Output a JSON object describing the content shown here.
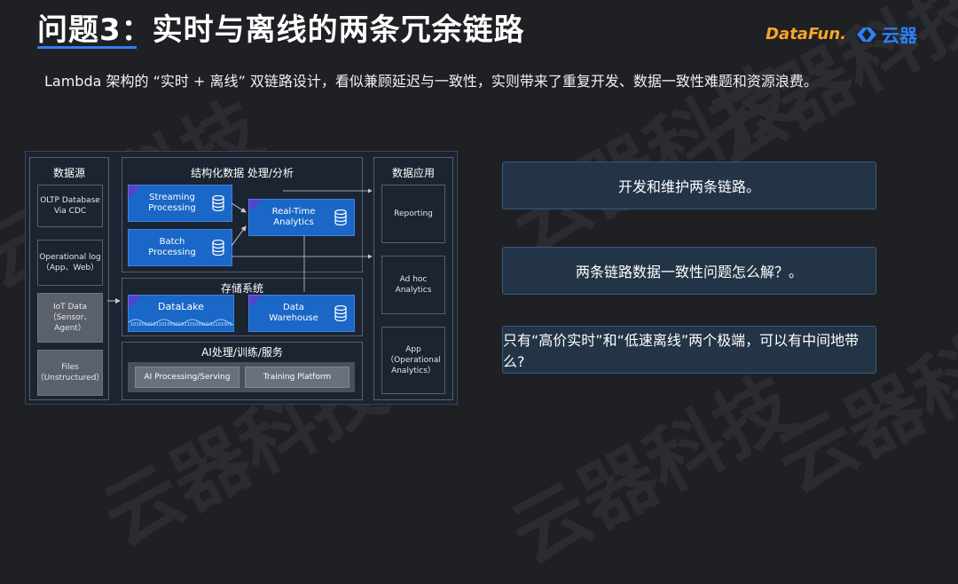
{
  "header": {
    "title": "问题3：实时与离线的两条冗余链路",
    "subtitle": "Lambda 架构的 “实时 + 离线” 双链路设计，看似兼顾延迟与一致性，实则带来了重复开发、数据一致性难题和资源浪费。",
    "logo_datafun": "DataFun.",
    "logo_yunqi": "云器"
  },
  "watermark": "云器科技",
  "diagram": {
    "sources": {
      "title": "数据源",
      "items": [
        {
          "line1": "OLTP Database",
          "line2": "Via CDC"
        },
        {
          "line1": "Operational log",
          "line2": "（App、Web）"
        },
        {
          "line1": "IoT Data",
          "line2": "（Sensor、",
          "line3": "Agent）"
        },
        {
          "line1": "Files",
          "line2": "（Unstructured）"
        }
      ]
    },
    "processing": {
      "title": "结构化数据 处理/分析",
      "streaming": {
        "line1": "Streaming",
        "line2": "Processing"
      },
      "batch": {
        "line1": "Batch",
        "line2": "Processing"
      },
      "realtime": {
        "line1": "Real-Time",
        "line2": "Analytics"
      }
    },
    "storage": {
      "title": "存储系统",
      "datalake": "DataLake",
      "datalake_bits": "101001010110100101011010010101101001",
      "warehouse": {
        "line1": "Data",
        "line2": "Warehouse"
      }
    },
    "ai": {
      "title": "AI处理/训练/服务",
      "btn1": "AI Processing/Serving",
      "btn2": "Training Platform"
    },
    "apps": {
      "title": "数据应用",
      "items": [
        {
          "line1": "Reporting"
        },
        {
          "line1": "Ad hoc",
          "line2": "Analytics"
        },
        {
          "line1": "App",
          "line2": "（Operational",
          "line3": "Analytics）"
        }
      ]
    }
  },
  "issues": [
    "开发和维护两条链路。",
    "两条链路数据一致性问题怎么解？。",
    "只有“高价实时”和“低速离线”两个极端，可以有中间地带么?"
  ],
  "colors": {
    "background": "#1e2024",
    "accent_blue": "#2f7ff6",
    "process_blue": "#1a67c7",
    "issue_box": "#233447",
    "logo_orange": "#f5a623"
  }
}
